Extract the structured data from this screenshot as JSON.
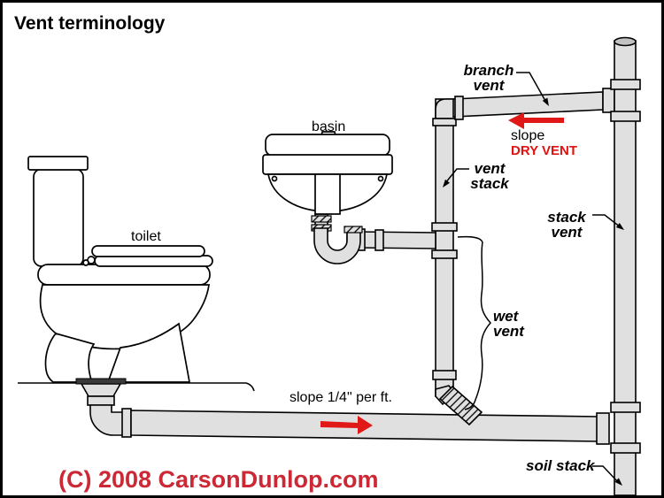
{
  "title": "Vent terminology",
  "copyright": "(C) 2008 CarsonDunlop.com",
  "labels": {
    "branch_vent": {
      "line1": "branch",
      "line2": "vent"
    },
    "slope_top": "slope",
    "dry_vent": "DRY VENT",
    "vent_stack": {
      "line1": "vent",
      "line2": "stack"
    },
    "stack_vent": {
      "line1": "stack",
      "line2": "vent"
    },
    "basin": "basin",
    "toilet": "toilet",
    "wet_vent": {
      "line1": "wet",
      "line2": "vent"
    },
    "slope_drain": "slope 1/4\" per ft.",
    "soil_stack": "soil stack"
  },
  "colors": {
    "pipe_fill": "#e0e0e0",
    "line": "#000000",
    "arrow_red": "#e01818",
    "dry_vent_red": "#e01212",
    "copyright_red": "#cc2936",
    "background": "#ffffff"
  }
}
